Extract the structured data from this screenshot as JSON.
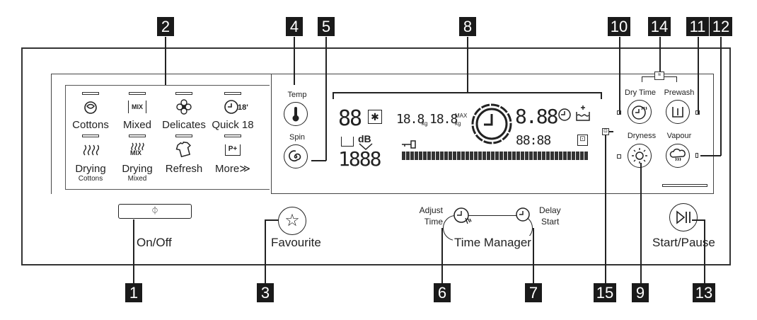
{
  "callouts": [
    "1",
    "2",
    "3",
    "4",
    "5",
    "6",
    "7",
    "8",
    "9",
    "10",
    "11",
    "12",
    "13",
    "14",
    "15"
  ],
  "programmes": [
    {
      "label": "Cottons",
      "sub": ""
    },
    {
      "label": "Mixed",
      "sub": ""
    },
    {
      "label": "Delicates",
      "sub": ""
    },
    {
      "label": "Quick 18",
      "sub": ""
    },
    {
      "label": "Drying",
      "sub": "Cottons"
    },
    {
      "label": "Drying",
      "sub": "Mixed"
    },
    {
      "label": "Refresh",
      "sub": ""
    },
    {
      "label": "More≫",
      "sub": ""
    }
  ],
  "icons": {
    "mixed_text": "MIX",
    "more_text": "P+",
    "quick_text": "18'"
  },
  "controls": {
    "temp": "Temp",
    "spin": "Spin",
    "on_off": "On/Off",
    "favourite": "Favourite",
    "adjust_time_1": "Adjust",
    "adjust_time_2": "Time",
    "delay_start_1": "Delay",
    "delay_start_2": "Start",
    "time_manager": "Time Manager",
    "dry_time": "Dry Time",
    "prewash": "Prewash",
    "dryness": "Dryness",
    "vapour": "Vapour",
    "start_pause": "Start/Pause"
  },
  "display": {
    "big_digits": "88",
    "weight1": "18.8",
    "kg": "kg",
    "weight2": "18.8",
    "max": "MAX",
    "time_big": "8.88",
    "db": "dB",
    "digits_1888": "1888",
    "clock_small": "88:88"
  }
}
